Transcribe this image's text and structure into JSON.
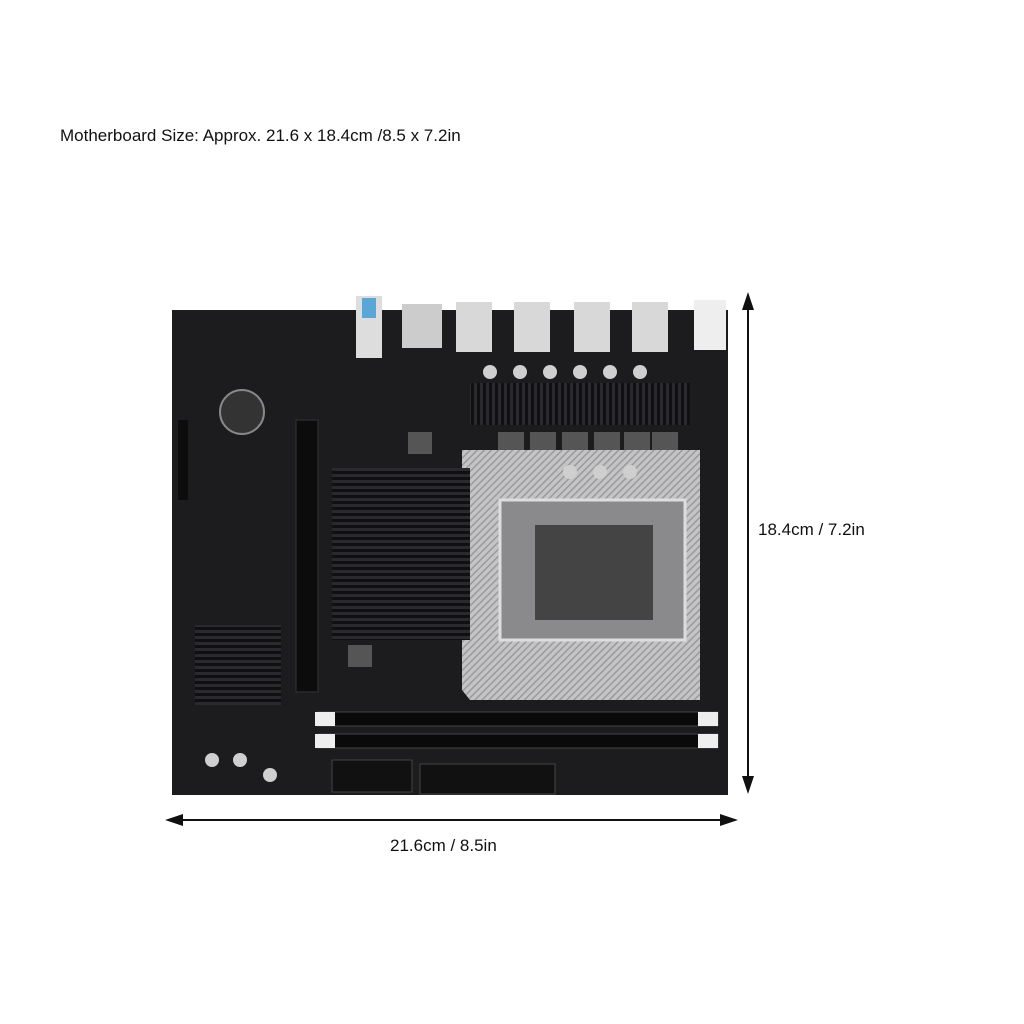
{
  "caption": "Motherboard Size: Approx. 21.6 x 18.4cm /8.5 x 7.2in",
  "dimensions": {
    "width_label": "21.6cm / 8.5in",
    "height_label": "18.4cm / 7.2in"
  },
  "colors": {
    "pcb": "#1c1c1e",
    "heatsink": "#141416",
    "socket_plate": "#b9b9bb",
    "arrow": "#111111"
  }
}
